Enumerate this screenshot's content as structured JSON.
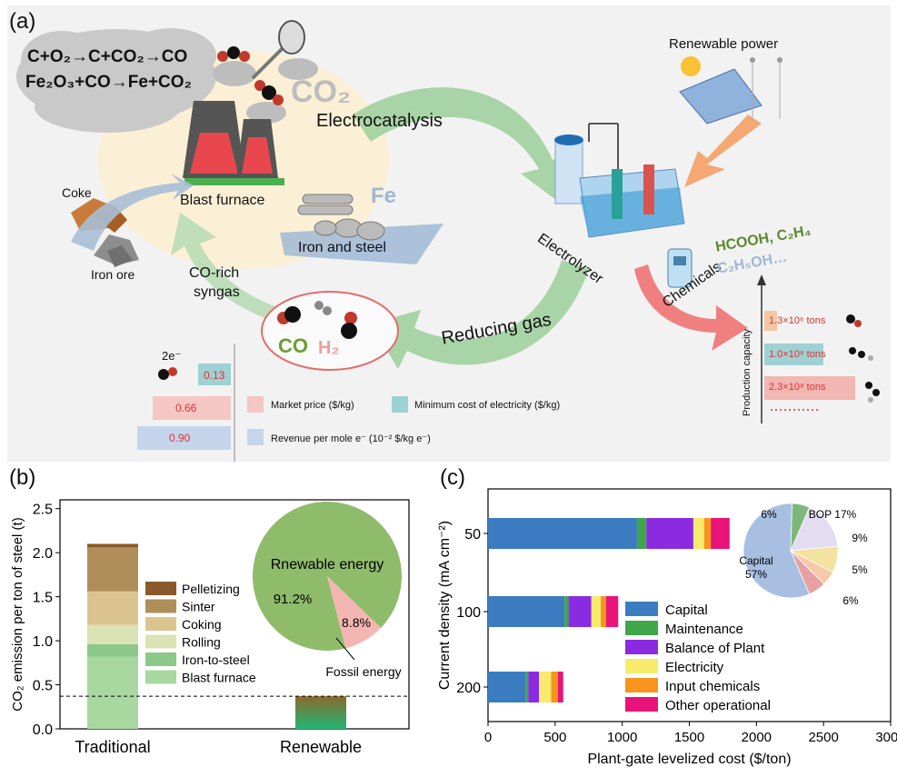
{
  "panel_a": {
    "tag": "(a)",
    "equation_1": "C+O₂→C+CO₂→CO",
    "equation_2": "Fe₂O₃+CO→Fe+CO₂",
    "co2_label": "CO₂",
    "electrocatalysis": "Electrocatalysis",
    "renewable_power": "Renewable power",
    "coke": "Coke",
    "iron_ore": "Iron ore",
    "blast_furnace": "Blast furnace",
    "fe": "Fe",
    "iron_and_steel": "Iron and steel",
    "electrolyzer": "Electrolyzer",
    "chemicals": "Chemicals",
    "products": "HCOOH, C₂H₄",
    "products_2": "C₂H₅OH…",
    "co_rich": "CO-rich",
    "syngas": "syngas",
    "reducing_gas": "Reducing gas",
    "co": "CO",
    "h2": "H₂",
    "two_e": "2e⁻",
    "production_capacity": "Production capacity",
    "capacities": [
      "1.3×10⁶ tons",
      "1.0×10⁸ tons",
      "2.3×10⁸ tons"
    ],
    "price_boxes": [
      "0.13",
      "0.66",
      "0.90"
    ],
    "legend": [
      "Market price ($/kg)",
      "Minimum cost of electricity ($/kg)",
      "Revenue per mole e⁻ (10⁻² $/kg e⁻)"
    ]
  },
  "panel_b": {
    "tag": "(b)",
    "chart_data": {
      "type": "bar",
      "ylabel": "CO₂ emission per ton of steel (t)",
      "ylim": [
        0,
        2.6
      ],
      "yticks": [
        "0.0",
        "0.5",
        "1.0",
        "1.5",
        "2.0",
        "2.5"
      ],
      "categories": [
        "Traditional",
        "Renewable"
      ],
      "stack_order": [
        "Blast furnace",
        "Iron-to-steel",
        "Rolling",
        "Coking",
        "Sinter",
        "Pelletizing"
      ],
      "legend": [
        "Pelletizing",
        "Sinter",
        "Coking",
        "Rolling",
        "Iron-to-steel",
        "Blast furnace"
      ],
      "traditional_segments": [
        0.82,
        0.14,
        0.22,
        0.38,
        0.5,
        0.04
      ],
      "renewable_total": 0.37,
      "dashed_reference": 0.37,
      "colors": {
        "Blast furnace": "#a8d8a0",
        "Iron-to-steel": "#8cc88a",
        "Rolling": "#d9e3b3",
        "Coking": "#dcc491",
        "Sinter": "#b08e5a",
        "Pelletizing": "#8b5a2b"
      },
      "pie": {
        "slices": [
          {
            "label": "Rnewable energy",
            "value": 91.2,
            "text": "91.2%",
            "color": "#8fbc6a"
          },
          {
            "label": "Fossil energy",
            "value": 8.8,
            "text": "8.8%",
            "color": "#f4b6b2"
          }
        ]
      }
    }
  },
  "panel_c": {
    "tag": "(c)",
    "chart_data": {
      "type": "bar",
      "orientation": "horizontal",
      "xlabel": "Plant-gate levelized cost ($/ton)",
      "ylabel": "Current density (mA cm⁻²)",
      "xlim": [
        0,
        3000
      ],
      "xticks": [
        "0",
        "500",
        "1000",
        "1500",
        "2000",
        "2500",
        "3000"
      ],
      "categories": [
        "50",
        "100",
        "200"
      ],
      "series": [
        {
          "name": "Capital",
          "color": "#3a7cbf",
          "values": [
            1110,
            570,
            280
          ]
        },
        {
          "name": "Maintenance",
          "color": "#3fa64a",
          "values": [
            70,
            30,
            20
          ]
        },
        {
          "name": "Balance of Plant",
          "color": "#8a2be2",
          "values": [
            350,
            170,
            80
          ]
        },
        {
          "name": "Electricity",
          "color": "#f7ea6c",
          "values": [
            80,
            70,
            90
          ]
        },
        {
          "name": "Input chemicals",
          "color": "#f7941d",
          "values": [
            50,
            40,
            50
          ]
        },
        {
          "name": "Other operational",
          "color": "#e8147a",
          "values": [
            140,
            90,
            40
          ]
        }
      ],
      "pie": {
        "slices": [
          {
            "label": "Capital",
            "text": "Capital 57%",
            "value": 57,
            "color": "#a8bfe2"
          },
          {
            "label": "Maintenance",
            "text": "6%",
            "value": 6,
            "color": "#7cb87a"
          },
          {
            "label": "BOP",
            "text": "BOP 17%",
            "value": 17,
            "color": "#e4dcf0"
          },
          {
            "label": "Electricity",
            "text": "9%",
            "value": 9,
            "color": "#f3e2a0"
          },
          {
            "label": "Input chemicals",
            "text": "5%",
            "value": 5,
            "color": "#f6c9a8"
          },
          {
            "label": "Other operational",
            "text": "6%",
            "value": 6,
            "color": "#e8a0a0"
          }
        ]
      }
    }
  }
}
